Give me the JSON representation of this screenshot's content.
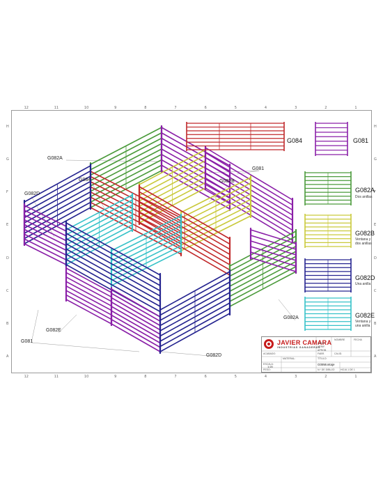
{
  "ruler": {
    "columns": [
      "12",
      "11",
      "10",
      "9",
      "8",
      "7",
      "6",
      "5",
      "4",
      "3",
      "2",
      "1"
    ],
    "rows": [
      "H",
      "G",
      "F",
      "E",
      "D",
      "C",
      "B",
      "A"
    ]
  },
  "callouts": {
    "g082a_top": "G082A",
    "g084": "G084",
    "g082b": "G082B",
    "g081_top": "G081",
    "g082d_left": "G082D",
    "g082e": "G082E",
    "g081_bottom": "G081",
    "g082d_bottom": "G082D",
    "g082a_right": "G082A"
  },
  "catalog": [
    {
      "code": "G084",
      "sub": "",
      "color": "#c0282a"
    },
    {
      "code": "G081",
      "sub": "",
      "color": "#8a1fa8"
    },
    {
      "code": "G082A",
      "sub": "Dos anillas",
      "color": "#4a9a3a"
    },
    {
      "code": "G082B",
      "sub": "Ventana y\ndos anillas",
      "color": "#c9c93a"
    },
    {
      "code": "G082D",
      "sub": "Una anilla",
      "color": "#24238f"
    },
    {
      "code": "G082E",
      "sub": "Ventana y\nuna anilla",
      "color": "#35c1c8"
    }
  ],
  "title_block": {
    "company": "JAVIER CAMARA",
    "company_sub": "INDUSTRIAS GANADERAS",
    "drawing_name": "G08Montaje",
    "scale": "1:20",
    "headers": [
      "NOMBRE",
      "FECHA",
      "DIBUJ.",
      "VERIF.",
      "APROB.",
      "FABR.",
      "CALID.",
      "ACABADO:",
      "TÍTULO:",
      "MATERIAL:",
      "N.º DE DIBUJO",
      "ESCALA:",
      "PESO:",
      "HOJA 1 DE 1"
    ]
  },
  "colors": {
    "g081": "#8a1fa8",
    "g084": "#c0282a",
    "g082a": "#4a9a3a",
    "g082b": "#c9c93a",
    "g082d": "#24238f",
    "g082e": "#35c1c8"
  }
}
